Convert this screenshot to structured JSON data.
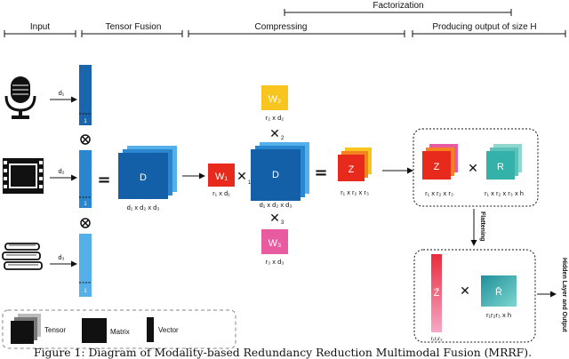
{
  "sections": {
    "input": "Input",
    "tensor_fusion": "Tensor Fusion",
    "compressing": "Compressing",
    "producing": "Producing output of size H",
    "factorization": "Factorization"
  },
  "inputs": {
    "d1": "d₁",
    "d2": "d₂",
    "d3": "d₃",
    "one": "1"
  },
  "tensor": {
    "label": "D",
    "dims": "d₁ x d₂ x d₃"
  },
  "compress": {
    "w1": "W₁",
    "w1_dims": "r₁ x d₁",
    "w2": "W₂",
    "w2_dims": "r₂ x d₂",
    "w3": "W₃",
    "w3_dims": "r₃ x d₃",
    "d": "D",
    "d_dims": "d₁ x d₂ x d₃",
    "x1": "1",
    "x2": "2",
    "x3": "3",
    "z": "Z",
    "z_dims": "r₁ x r₂ x r₃"
  },
  "producing": {
    "z": "Z",
    "z_dims": "r₁ x r₂ x r₃",
    "r": "R",
    "r_dims": "r₁ x r₂ x r₃ x h",
    "flattening": "Flattening",
    "zbar": "Z̄",
    "zbar_dims": "r₁r₂r₃",
    "rbar": "R̄",
    "rbar_dims": "r₁r₂r₃ x h",
    "output_label": "Hidden Layer and Output"
  },
  "legend": {
    "tensor": "Tensor",
    "matrix": "Matrix",
    "vector": "Vector"
  },
  "caption": "Figure 1: Diagram of Modality-based Redundancy Reduction Multimodal Fusion (MRRF).",
  "colors": {
    "blue_dark": "#1460a8",
    "blue_mid": "#2a86cf",
    "blue_light": "#55b0ea",
    "red": "#e82a1c",
    "orange": "#f58220",
    "yellow": "#f7c51e",
    "pink": "#e95ba0",
    "teal": "#34b1a9"
  },
  "icons": [
    "microphone-icon",
    "film-strip-icon",
    "books-icon"
  ]
}
